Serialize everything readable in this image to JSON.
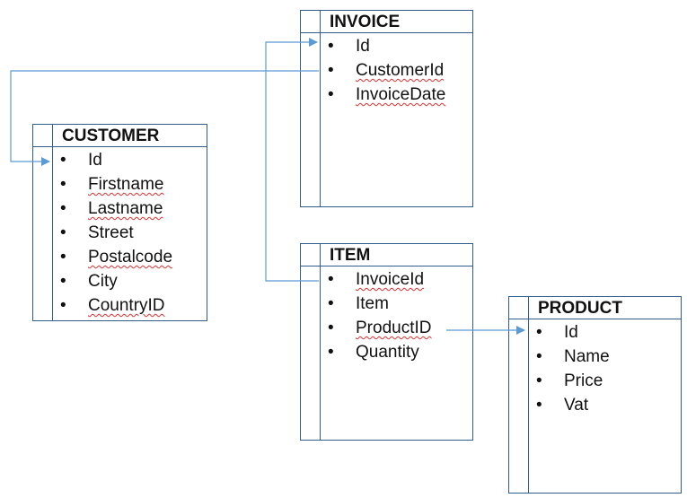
{
  "accent_color": "#5b9bd5",
  "border_color": "#2e5d8e",
  "tables": {
    "invoice": {
      "title": "INVOICE",
      "fields": [
        {
          "name": "Id",
          "squiggle": false
        },
        {
          "name": "CustomerId",
          "squiggle": true
        },
        {
          "name": "InvoiceDate",
          "squiggle": true
        }
      ]
    },
    "customer": {
      "title": "CUSTOMER",
      "fields": [
        {
          "name": "Id",
          "squiggle": false
        },
        {
          "name": "Firstname",
          "squiggle": true
        },
        {
          "name": "Lastname",
          "squiggle": true
        },
        {
          "name": "Street",
          "squiggle": false
        },
        {
          "name": "Postalcode",
          "squiggle": true
        },
        {
          "name": "City",
          "squiggle": false
        },
        {
          "name": "CountryID",
          "squiggle": true
        }
      ]
    },
    "item": {
      "title": "ITEM",
      "fields": [
        {
          "name": "InvoiceId",
          "squiggle": true
        },
        {
          "name": "Item",
          "squiggle": false
        },
        {
          "name": "ProductID",
          "squiggle": true
        },
        {
          "name": "Quantity",
          "squiggle": false
        }
      ]
    },
    "product": {
      "title": "PRODUCT",
      "fields": [
        {
          "name": "Id",
          "squiggle": false
        },
        {
          "name": "Name",
          "squiggle": false
        },
        {
          "name": "Price",
          "squiggle": false
        },
        {
          "name": "Vat",
          "squiggle": false
        }
      ]
    }
  },
  "relations": [
    {
      "from": "invoice.CustomerId",
      "to": "customer.Id"
    },
    {
      "from": "item.InvoiceId",
      "to": "invoice.Id"
    },
    {
      "from": "item.ProductID",
      "to": "product.Id"
    }
  ],
  "bullet_glyph": "•"
}
